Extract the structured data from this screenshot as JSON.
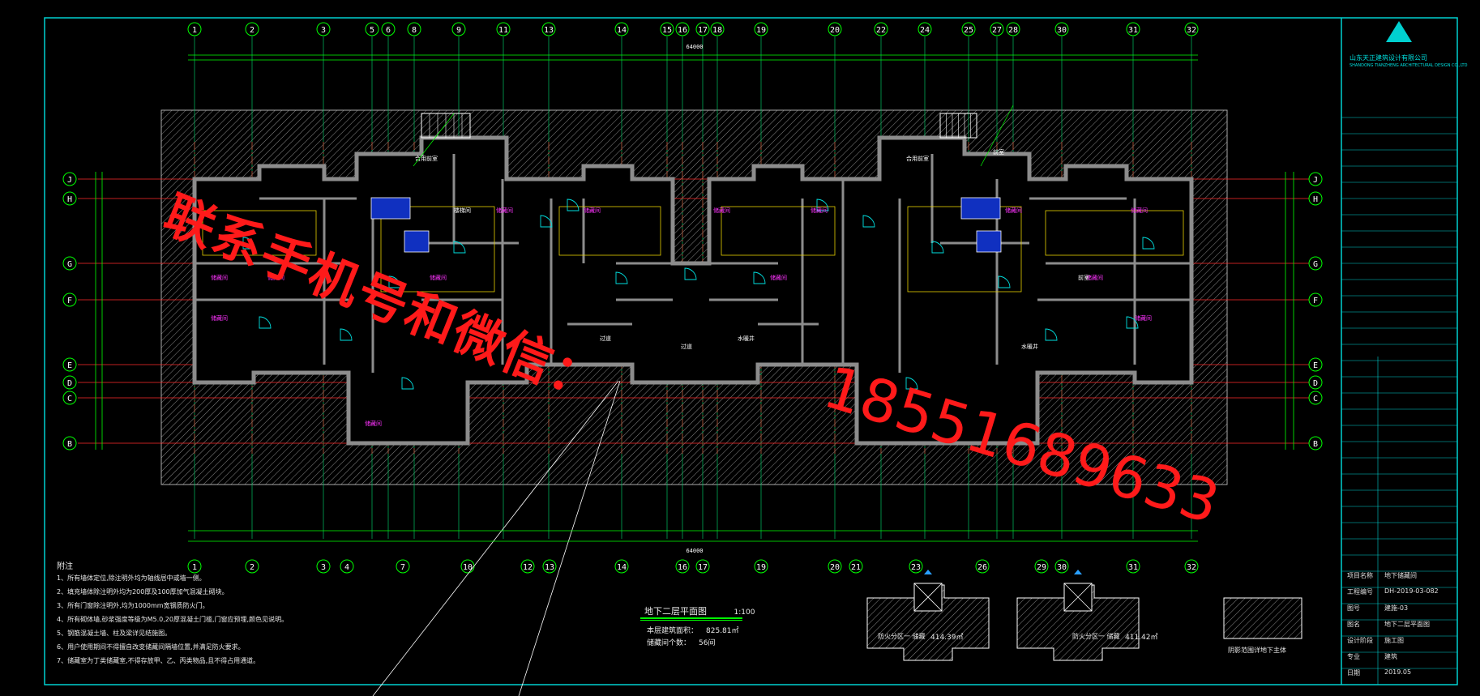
{
  "grid": {
    "top_axes": [
      "1",
      "2",
      "3",
      "5",
      "6",
      "8",
      "9",
      "11",
      "13",
      "14",
      "15",
      "16",
      "17",
      "18",
      "19",
      "20",
      "22",
      "24",
      "25",
      "27",
      "28",
      "30",
      "31",
      "32"
    ],
    "bottom_axes": [
      "1",
      "2",
      "3",
      "4",
      "7",
      "10",
      "12",
      "13",
      "14",
      "16",
      "17",
      "19",
      "20",
      "21",
      "23",
      "26",
      "29",
      "30",
      "31",
      "32"
    ],
    "row_axes": [
      "J",
      "H",
      "G",
      "F",
      "E",
      "D",
      "C",
      "B"
    ],
    "total_dimension": "64000"
  },
  "overlay": {
    "line1": "联系手机号和微信：",
    "line2": "18551689633"
  },
  "plan": {
    "title": "地下二层平面图",
    "scale": "1:100",
    "area_label": "本层建筑面积：",
    "area_value": "825.81㎡",
    "storage_label": "储藏间个数：",
    "storage_value": "56间",
    "room_labels": [
      "合用前室",
      "合用前室",
      "储藏间",
      "储藏间",
      "储藏间",
      "储藏间",
      "储藏间",
      "储藏间",
      "储藏间",
      "储藏间",
      "储藏间",
      "储藏间",
      "储藏间",
      "储藏间",
      "储藏间",
      "储藏间",
      "过道",
      "过道",
      "水暖井",
      "水暖井",
      "前室",
      "前室",
      "楼梯间"
    ]
  },
  "notes": {
    "heading": "附注",
    "items": [
      "1、所有墙体定位,除注明外均为轴线居中或墙一侧。",
      "2、填充墙体除注明外均为200厚及100厚加气混凝土砌块。",
      "3、所有门窗除注明外,均为1000mm宽钢质防火门。",
      "4、所有砌体墙,砂浆强度等级为M5.0,20厚混凝土门槛,门窗应预埋,颜色见说明。",
      "5、钢筋混凝土墙、柱及梁详见结施图。",
      "6、用户使用期间不得擅自改变储藏间隔墙位置,并满足防火要求。",
      "7、储藏室为丁类储藏室,不得存放甲、乙、丙类物品,且不得占用通道。"
    ]
  },
  "fire_zones": {
    "zone1": "防火分区一 储藏",
    "zone1_area": "414.39㎡",
    "zone2": "防火分区一 储藏",
    "zone2_area": "411.42㎡",
    "legend": "阴影范围详地下主体"
  },
  "title_block": {
    "company": "山东天正建筑设计有限公司",
    "company_en": "SHANDONG TIANZHENG ARCHITECTURAL DESIGN CO.,LTD",
    "rows": [
      {
        "label": "项目名称",
        "value": "地下储藏间"
      },
      {
        "label": "工程编号",
        "value": "DH-2019-03-082"
      },
      {
        "label": "图号",
        "value": "建施-03"
      },
      {
        "label": "图名",
        "value": "地下二层平面图"
      },
      {
        "label": "设计阶段",
        "value": "施工图"
      },
      {
        "label": "专业",
        "value": "建筑"
      },
      {
        "label": "日期",
        "value": "2019.05"
      }
    ]
  },
  "colors": {
    "background": "#000000",
    "frame": "#00d0d0",
    "axis_line": "#ff2a2a",
    "wall": "#8c8c8c",
    "room_text": "#ff33ff",
    "door": "#00e0e0",
    "dim_line": "#00ff00",
    "watermark": "#ff1a1a"
  }
}
